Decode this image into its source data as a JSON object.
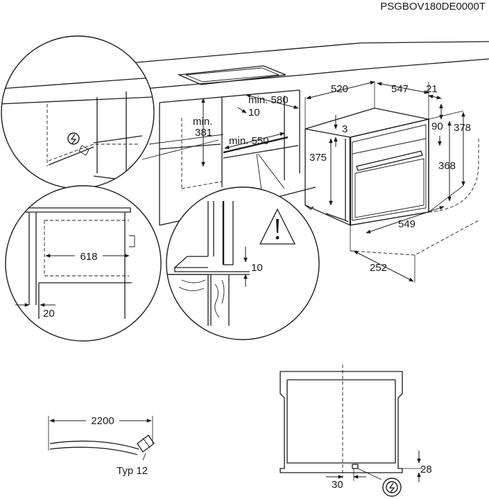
{
  "document_code": "PSGBOV180DE0000T",
  "dimensions": {
    "min_580": "min. 580",
    "min_550": "min. 550",
    "min_word": "min.",
    "d381": "381",
    "d10_upper": "10",
    "d520": "520",
    "d547": "547",
    "d21": "21",
    "d3": "3",
    "d90": "90",
    "d378": "378",
    "d375": "375",
    "d368": "368",
    "d549": "549",
    "d252": "252",
    "d618": "618",
    "d20": "20",
    "d10_detail": "10",
    "d2200": "2200",
    "typ12": "Typ 12",
    "d28": "28",
    "d30": "30"
  },
  "icons": {
    "warning": "warning-triangle-icon",
    "electric": "electric-connection-icon"
  },
  "colors": {
    "ink": "#1a1a1a",
    "background": "#ffffff"
  }
}
